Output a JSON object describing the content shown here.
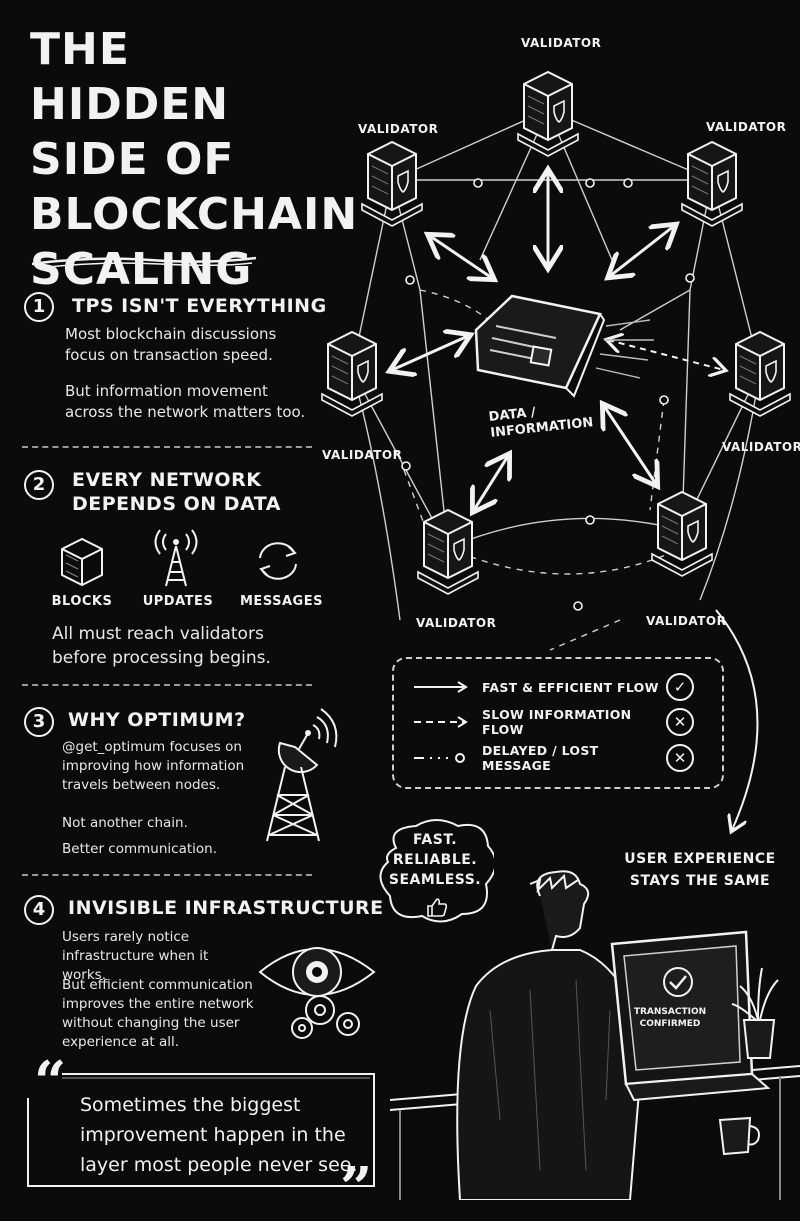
{
  "title": {
    "lines": [
      "THE HIDDEN",
      "SIDE OF",
      "BLOCKCHAIN",
      "SCALING"
    ]
  },
  "sections": [
    {
      "number": "1",
      "heading": "TPS ISN'T EVERYTHING",
      "paragraphs": [
        "Most blockchain discussions focus on transaction speed.",
        "But information movement across the network matters too."
      ]
    },
    {
      "number": "2",
      "heading_lines": [
        "EVERY NETWORK",
        "DEPENDS ON DATA"
      ],
      "icons": [
        {
          "label": "BLOCKS",
          "icon": "block-cube-icon"
        },
        {
          "label": "UPDATES",
          "icon": "antenna-tower-icon"
        },
        {
          "label": "MESSAGES",
          "icon": "sync-arrows-icon"
        }
      ],
      "paragraph": "All must reach validators before processing begins."
    },
    {
      "number": "3",
      "heading": "WHY OPTIMUM?",
      "paragraphs": [
        "@get_optimum focuses on improving how information travels between nodes.",
        "Not another chain.",
        "Better communication."
      ]
    },
    {
      "number": "4",
      "heading": "INVISIBLE INFRASTRUCTURE",
      "paragraphs": [
        "Users rarely notice infrastructure when it works.",
        "But efficient communication improves the entire network without changing the user experience at all."
      ]
    }
  ],
  "quote": {
    "open_mark": "“",
    "close_mark": "”",
    "lines": [
      "Sometimes the biggest",
      "improvement happen in the",
      "layer most people never see."
    ]
  },
  "network": {
    "node_label": "VALIDATOR",
    "center_label_lines": [
      "DATA /",
      "INFORMATION"
    ]
  },
  "legend": [
    {
      "text": "FAST & EFFICIENT FLOW",
      "line": "solid-arrow",
      "status": "✓",
      "status_icon": "check-circle-icon"
    },
    {
      "text": "SLOW INFORMATION FLOW",
      "line": "dashed-arrow",
      "status": "✕",
      "status_icon": "x-circle-icon"
    },
    {
      "text": "DELAYED / LOST MESSAGE",
      "line": "dash-dot-circle",
      "status": "✕",
      "status_icon": "x-circle-icon"
    }
  ],
  "thought_bubble": {
    "lines": [
      "FAST.",
      "RELIABLE.",
      "SEAMLESS."
    ],
    "icon": "thumbs-up-icon"
  },
  "user_experience": {
    "lines": [
      "USER EXPERIENCE",
      "STAYS THE SAME"
    ]
  },
  "laptop_screen": {
    "lines": [
      "TRANSACTION",
      "CONFIRMED"
    ]
  },
  "colors": {
    "background": "#0b0b0b",
    "chalk": "#f2f2f2",
    "dim": "#9a9a9a"
  }
}
